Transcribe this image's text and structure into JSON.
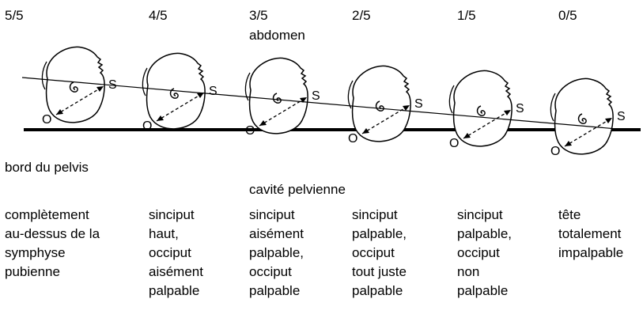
{
  "fractions": [
    "5/5",
    "4/5",
    "3/5",
    "2/5",
    "1/5",
    "0/5"
  ],
  "labels": {
    "abdomen": "abdomen",
    "pelvis_brim": "bord du pelvis",
    "pelvic_cavity": "cavité pelvienne",
    "occiput_marker": "O",
    "sinciput_marker": "S"
  },
  "descriptions": [
    "complètement\nau-dessus de la\nsymphyse\npubienne",
    "sinciput\nhaut,\nocciput\naisément\npalpable",
    "sinciput\naisément\npalpable,\nocciput\npalpable",
    "sinciput\npalpable,\nocciput\ntout juste\npalpable",
    "sinciput\npalpable,\nocciput\nnon\npalpable",
    "tête\ntotalement\nimpalpable"
  ],
  "colors": {
    "ink": "#000000",
    "background": "#ffffff"
  }
}
